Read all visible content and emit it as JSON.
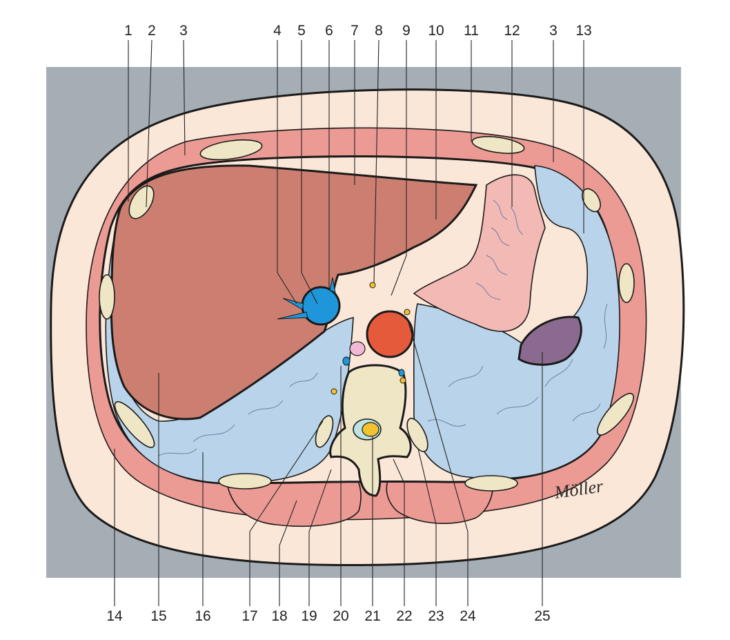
{
  "figure": {
    "colors": {
      "background_panel": "#a6aeb5",
      "skin_fat": "#fbe7d8",
      "muscle": "#ec9a94",
      "liver": "#cc7f70",
      "lung": "#b9d4ea",
      "bone": "#efe6c6",
      "aorta": "#e65a3c",
      "ivc": "#1f96d9",
      "stomach": "#f3b9b4",
      "spleen": "#8a6b8f",
      "spinal_cord": "#f2c230"
    },
    "labels": {
      "top": [
        {
          "id": "t1",
          "text": "1"
        },
        {
          "id": "t2",
          "text": "2"
        },
        {
          "id": "t3a",
          "text": "3"
        },
        {
          "id": "t4",
          "text": "4"
        },
        {
          "id": "t5",
          "text": "5"
        },
        {
          "id": "t6",
          "text": "6"
        },
        {
          "id": "t7",
          "text": "7"
        },
        {
          "id": "t8",
          "text": "8"
        },
        {
          "id": "t9",
          "text": "9"
        },
        {
          "id": "t10",
          "text": "10"
        },
        {
          "id": "t11",
          "text": "11"
        },
        {
          "id": "t12",
          "text": "12"
        },
        {
          "id": "t3b",
          "text": "3"
        },
        {
          "id": "t13",
          "text": "13"
        }
      ],
      "bottom": [
        {
          "id": "b14",
          "text": "14"
        },
        {
          "id": "b15",
          "text": "15"
        },
        {
          "id": "b16",
          "text": "16"
        },
        {
          "id": "b17",
          "text": "17"
        },
        {
          "id": "b18",
          "text": "18"
        },
        {
          "id": "b19",
          "text": "19"
        },
        {
          "id": "b20",
          "text": "20"
        },
        {
          "id": "b21",
          "text": "21"
        },
        {
          "id": "b22",
          "text": "22"
        },
        {
          "id": "b23",
          "text": "23"
        },
        {
          "id": "b24",
          "text": "24"
        },
        {
          "id": "b25",
          "text": "25"
        }
      ]
    },
    "signature": "Möller"
  }
}
